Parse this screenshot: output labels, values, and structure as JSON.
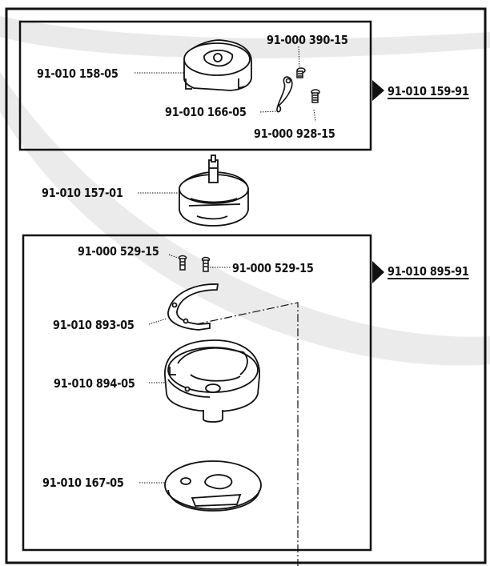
{
  "parts": {
    "p158": "91-010 158-05",
    "p390": "91-000 390-15",
    "p166": "91-010 166-05",
    "p928": "91-000 928-15",
    "p157": "91-010 157-01",
    "p529a": "91-000 529-15",
    "p529b": "91-000 529-15",
    "p893": "91-010 893-05",
    "p894": "91-010 894-05",
    "p167": "91-010 167-05"
  },
  "assemblies": {
    "a159": "91-010 159-91",
    "a895": "91-010 895-91"
  }
}
